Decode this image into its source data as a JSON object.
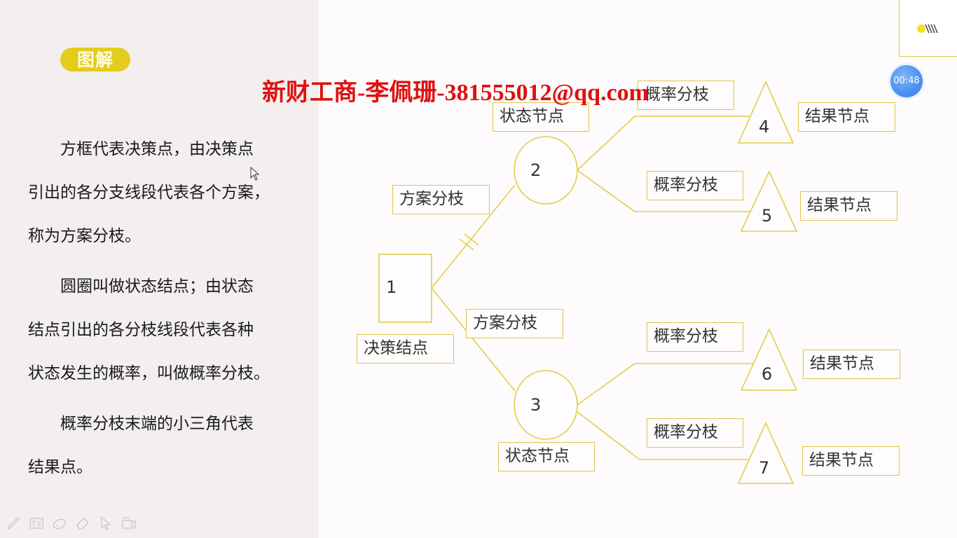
{
  "slide": {
    "badge": "图解",
    "paragraphs": [
      {
        "first": "方框代表决策点，由决策点",
        "rest": [
          "引出的各分支线段代表各个方案，",
          "称为方案分枝。"
        ]
      },
      {
        "first": "圆圈叫做状态结点；由状态",
        "rest": [
          "结点引出的各分枝线段代表各种",
          "状态发生的概率，叫做概率分枝。"
        ]
      },
      {
        "first": "概率分枝末端的小三角代表",
        "rest": [
          "结果点。"
        ]
      }
    ]
  },
  "watermark": "新财工商-李佩珊-381555012@qq.com",
  "diagram": {
    "line_color": "#e3cd4a",
    "decision_node": {
      "id": "1",
      "label": "决策结点"
    },
    "branches": [
      {
        "label": "方案分枝",
        "pruned": true
      },
      {
        "label": "方案分枝",
        "pruned": false
      }
    ],
    "state_nodes": [
      {
        "id": "2",
        "label": "状态节点"
      },
      {
        "id": "3",
        "label": "状态节点"
      }
    ],
    "probability_branches": [
      "概率分枝",
      "概率分枝",
      "概率分枝",
      "概率分枝"
    ],
    "result_nodes": [
      {
        "id": "4",
        "label": "结果节点"
      },
      {
        "id": "5",
        "label": "结果节点"
      },
      {
        "id": "6",
        "label": "结果节点"
      },
      {
        "id": "7",
        "label": "结果节点"
      }
    ]
  },
  "overlay": {
    "timer": "00:48"
  },
  "toolbar": {
    "tools": [
      "pen-tool",
      "text-tool",
      "highlighter-tool",
      "eraser-tool",
      "pointer-tool",
      "camera-tool"
    ]
  }
}
